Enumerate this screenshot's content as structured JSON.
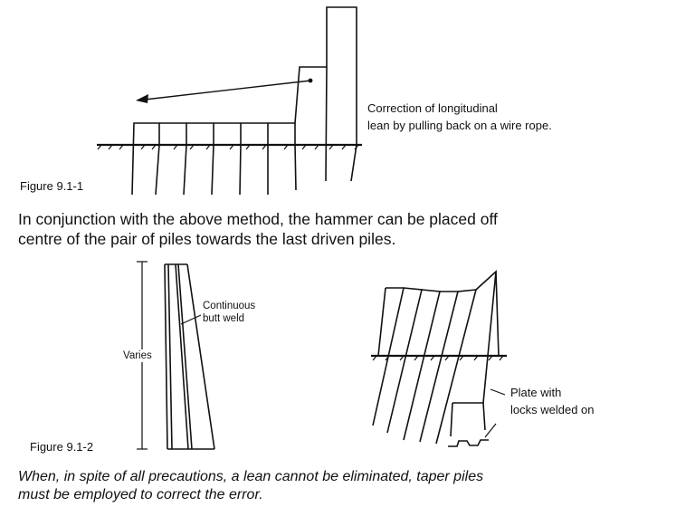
{
  "figure1": {
    "label": "Figure 9.1-1",
    "callout_line1": "Correction of longitudinal",
    "callout_line2": "lean by pulling back on a wire rope."
  },
  "paragraph1": {
    "line1": "In conjunction with the above method, the hammer can be placed off",
    "line2": "centre of the pair of piles towards the last driven piles."
  },
  "figure2": {
    "label": "Figure 9.1-2",
    "weld_label_line1": "Continuous",
    "weld_label_line2": "butt weld",
    "dimension_label": "Varies",
    "plate_label_line1": "Plate with",
    "plate_label_line2": "locks welded on"
  },
  "paragraph2": {
    "line1": "When, in spite of all precautions, a lean cannot be eliminated, taper piles",
    "line2": "must be employed to correct the error."
  }
}
